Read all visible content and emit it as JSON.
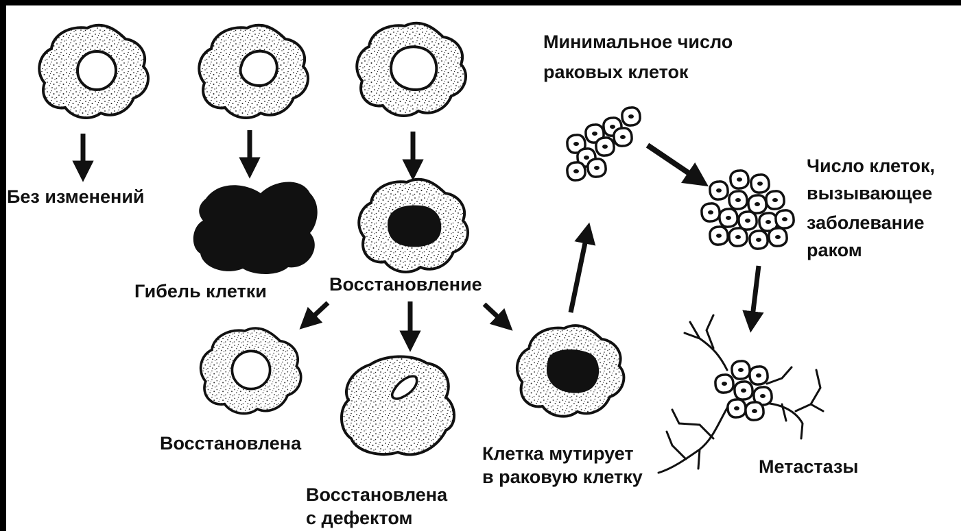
{
  "diagram": {
    "labels": {
      "no_change": "Без изменений",
      "cell_death": "Гибель клетки",
      "repair": "Восстановление",
      "repaired": "Восстановлена",
      "repaired_defect_1": "Восстановлена",
      "repaired_defect_2": "с дефектом",
      "mutates_1": "Клетка мутирует",
      "mutates_2": "в раковую клетку",
      "min_cancer_1": "Минимальное число",
      "min_cancer_2": "раковых клеток",
      "disease_1": "Число клеток,",
      "disease_2": "вызывающее",
      "disease_3": "заболевание",
      "disease_4": "раком",
      "metastases": "Метастазы"
    },
    "colors": {
      "background": "#ffffff",
      "frame": "#000000",
      "ink": "#111111"
    }
  }
}
